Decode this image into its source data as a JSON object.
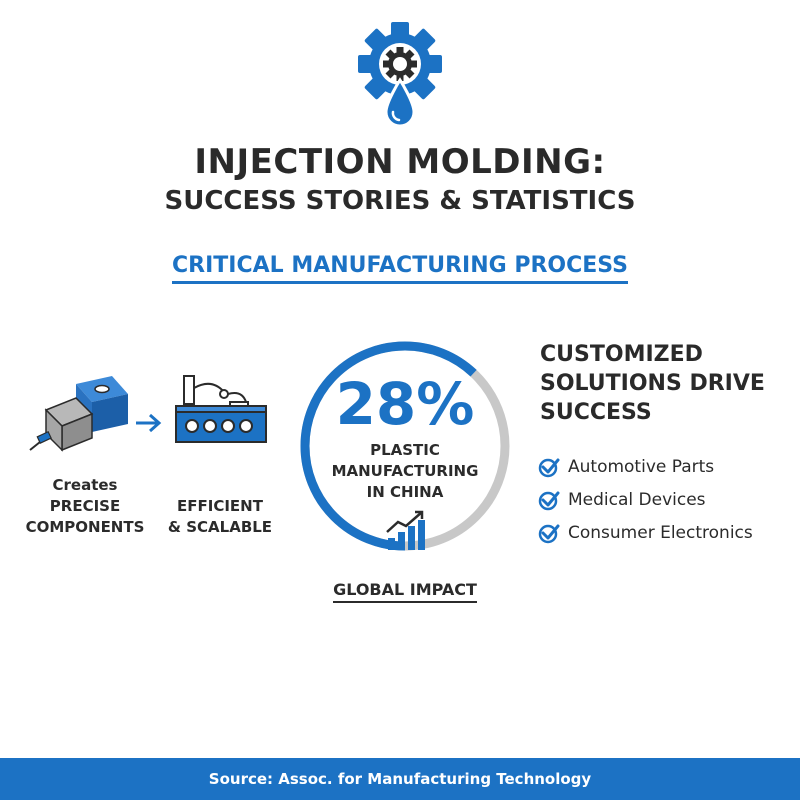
{
  "header": {
    "icon": "gear-with-droplet-icon",
    "title_line1": "INJECTION MOLDING:",
    "title_line2": "SUCCESS STORIES & STATISTICS",
    "subtitle": "CRITICAL MANUFACTURING PROCESS"
  },
  "process": {
    "step1": {
      "icon": "mold-block-icon",
      "caption": [
        "Creates",
        "PRECISE",
        "COMPONENTS"
      ]
    },
    "arrow_icon": "arrow-right-icon",
    "step2": {
      "icon": "factory-machine-icon",
      "caption": [
        "EFFICIENT",
        "& SCALABLE"
      ]
    }
  },
  "stat": {
    "percent": 28,
    "value_text": "28%",
    "label": [
      "PLASTIC",
      "MANUFACTURING",
      "IN CHINA"
    ],
    "icon": "growth-chart-icon",
    "impact_label": "GLOBAL IMPACT"
  },
  "solutions": {
    "title": [
      "CUSTOMIZED",
      "SOLUTIONS DRIVE",
      "SUCCESS"
    ],
    "items": [
      "Automotive Parts",
      "Medical Devices",
      "Consumer Electronics"
    ],
    "item_icon": "check-circle-icon"
  },
  "footer": {
    "source": "Source: Assoc. for Manufacturing Technology"
  },
  "colors": {
    "accent": "#1c72c4",
    "text": "#2b2b2b",
    "ring_track": "#c8c8c8",
    "footer_bg": "#1c72c4"
  }
}
